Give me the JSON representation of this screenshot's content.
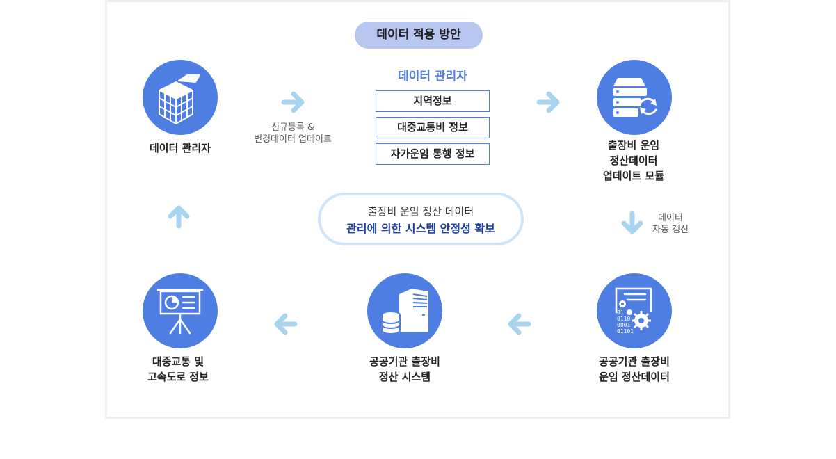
{
  "title": "데이터 적용 방안",
  "center": {
    "title": "데이터 관리자",
    "boxes": [
      "지역정보",
      "대중교통비 정보",
      "자가운임 통행 정보"
    ]
  },
  "summary": {
    "line1": "출장비 운임 정산 데이터",
    "line2": "관리에 의한 시스템 안정성 확보"
  },
  "nodes": {
    "data_manager": [
      "데이터 관리자"
    ],
    "update_module": [
      "출장비 운임",
      "정산데이터",
      "업데이트 모듈"
    ],
    "public_travel_data": [
      "공공기관 출장비",
      "운임 정산데이터"
    ],
    "public_travel_system": [
      "공공기관 출장비",
      "정산 시스템"
    ],
    "transit_info": [
      "대중교통 및",
      "고속도로 정보"
    ]
  },
  "captions": {
    "register_update": [
      "신규등록 &",
      "변경데이터 업데이트"
    ],
    "auto_refresh": [
      "데이터",
      "자동 갱신"
    ]
  },
  "icon_codes": [
    "01",
    "0110",
    "0001",
    "01101"
  ],
  "colors": {
    "circle": "#4f7ee3",
    "arrow": "#a9d4f0",
    "pill": "#b7c7f0",
    "accent_text": "#4f7ee3",
    "summary_text": "#1d3fa6"
  },
  "icons": {
    "data_manager": "cubes-icon",
    "update_module": "server-refresh-icon",
    "public_travel_data": "document-gears-icon",
    "public_travel_system": "server-database-icon",
    "transit_info": "presentation-board-icon"
  }
}
